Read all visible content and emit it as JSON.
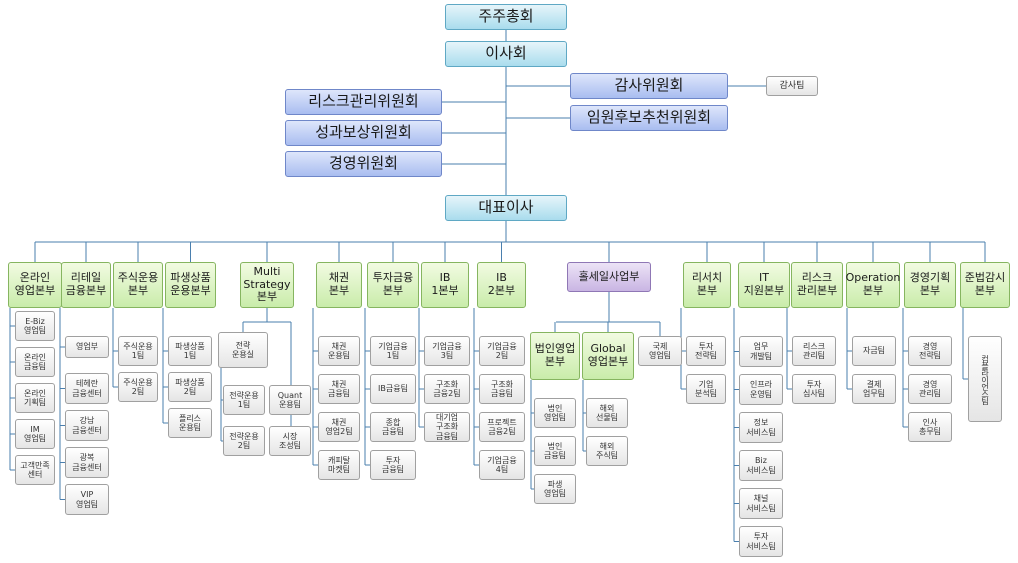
{
  "org": {
    "shareholders": "주주총회",
    "board": "이사회",
    "audit_committee": "감사위원회",
    "audit_team": "감사팀",
    "nomination_committee": "임원후보추천위원회",
    "risk_committee": "리스크관리위원회",
    "compensation_committee": "성과보상위원회",
    "management_committee": "경영위원회",
    "ceo": "대표이사",
    "divisions": [
      {
        "label": "온라인\n영업본부",
        "teams": [
          "E-Biz\n영업팀",
          "온라인\n금융팀",
          "온라인\n기획팀",
          "IM\n영업팀",
          "고객만족\n센터"
        ]
      },
      {
        "label": "리테일\n금융본부",
        "teams": [
          "영업부",
          "테헤란\n금융센터",
          "강남\n금융센터",
          "광복\n금융센터",
          "VIP\n영업팀"
        ]
      },
      {
        "label": "주식운용\n본부",
        "teams": [
          "주식운용\n1팀",
          "주식운용\n2팀"
        ]
      },
      {
        "label": "파생상품\n운용본부",
        "teams": [
          "파생상품\n1팀",
          "파생상품\n2팀",
          "플리스\n운용팀"
        ]
      },
      {
        "label": "Multi\nStrategy\n본부",
        "sub": {
          "label": "전략\n운용실",
          "teams": [
            "전략운용\n1팀",
            "전략운용\n2팀"
          ]
        },
        "teams": [
          "Quant\n운용팀",
          "시장\n조성팀"
        ]
      },
      {
        "label": "채권\n본부",
        "teams": [
          "채권\n운용팀",
          "채권\n금융팀",
          "채권\n영업2팀",
          "캐피탈\n마켓팀"
        ]
      },
      {
        "label": "투자금융\n본부",
        "teams": [
          "기업금융\n1팀",
          "IB금융팀",
          "종합\n금융팀",
          "투자\n금융팀"
        ]
      },
      {
        "label": "IB\n1본부",
        "teams": [
          "기업금융\n3팀",
          "구조화\n금융2팀",
          "대기업\n구조화\n금융팀"
        ]
      },
      {
        "label": "IB\n2본부",
        "teams": [
          "기업금융\n2팀",
          "구조화\n금융팀",
          "프로젝트\n금융2팀",
          "기업금융\n4팀"
        ]
      },
      {
        "label": "홀세일사업부",
        "subs": [
          {
            "label": "법인영업\n본부",
            "teams": [
              "법인\n영업팀",
              "법인\n금융팀",
              "파생\n영업팀"
            ]
          },
          {
            "label": "Global\n영업본부",
            "teams": [
              "해외\n선물팀",
              "해외\n주식팀"
            ]
          }
        ],
        "teams": [
          "국제\n영업팀"
        ]
      },
      {
        "label": "리서치\n본부",
        "teams": [
          "투자\n전략팀",
          "기업\n분석팀"
        ]
      },
      {
        "label": "IT\n지원본부",
        "teams": [
          "업무\n개발팀",
          "인프라\n운영팀",
          "정보\n서비스팀",
          "Biz\n서비스팀",
          "채널\n서비스팀",
          "투자\n서비스팀"
        ]
      },
      {
        "label": "리스크\n관리본부",
        "teams": [
          "리스크\n관리팀",
          "투자\n심사팀"
        ]
      },
      {
        "label": "Operation\n본부",
        "teams": [
          "자금팀",
          "결제\n업무팀"
        ]
      },
      {
        "label": "경영기획\n본부",
        "teams": [
          "경영\n전략팀",
          "경영\n관리팀",
          "인사\n총무팀"
        ]
      },
      {
        "label": "준법감시\n본부",
        "teams": [
          "컴플라이언스팀"
        ]
      }
    ]
  }
}
